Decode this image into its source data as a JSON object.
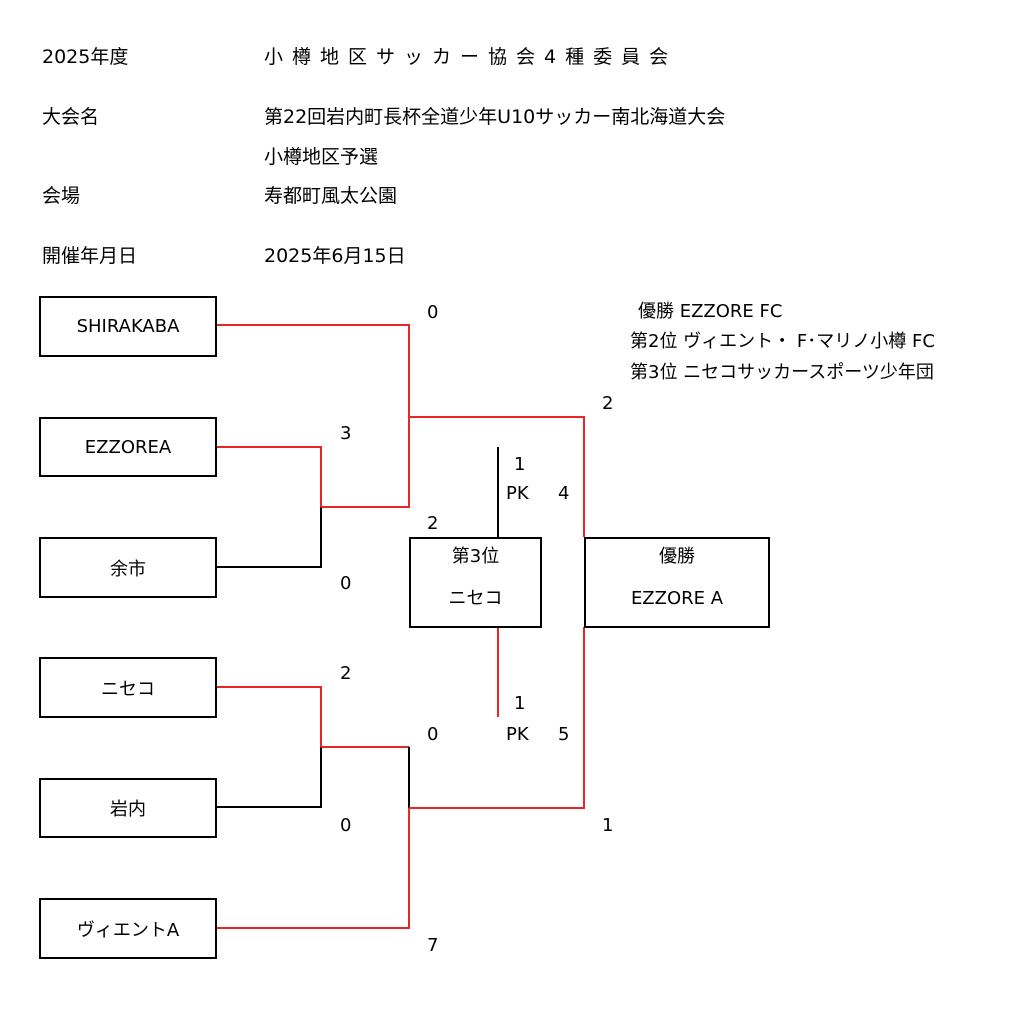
{
  "header": {
    "year": "2025年度",
    "org": "小樽地区サッカー協会4種委員会",
    "name_label": "大会名",
    "name_line1": "第22回岩内町長杯全道少年U10サッカー南北海道大会",
    "name_line2": "小樽地区予選",
    "venue_label": "会場",
    "venue": "寿都町風太公園",
    "date_label": "開催年月日",
    "date": "2025年6月15日"
  },
  "results": {
    "first": "優勝 EZZORE FC",
    "second": "第2位 ヴィエント・ F･マリノ小樽 FC",
    "third": "第3位 ニセコサッカースポーツ少年団"
  },
  "teams": [
    "SHIRAKABA",
    "EZZOREA",
    "余市",
    "ニセコ",
    "岩内",
    "ヴィエントA"
  ],
  "scores": {
    "shirakaba": "0",
    "ezzorea_r1": "3",
    "yoichi": "0",
    "semi1_bottom": "2",
    "final_top": "2",
    "niseko_r1": "2",
    "iwanai": "0",
    "semi2_top": "0",
    "vientoa": "7",
    "final_bottom": "1",
    "third_top": "1",
    "third_top_pk_label": "PK",
    "third_top_pk": "4",
    "third_bottom": "1",
    "third_bottom_pk_label": "PK",
    "third_bottom_pk": "5"
  },
  "third_place": {
    "title": "第3位",
    "team": "ニセコ"
  },
  "champion": {
    "title": "優勝",
    "team": "EZZORE A"
  },
  "colors": {
    "winner_line": "#e8262a",
    "loser_line": "#000000"
  }
}
